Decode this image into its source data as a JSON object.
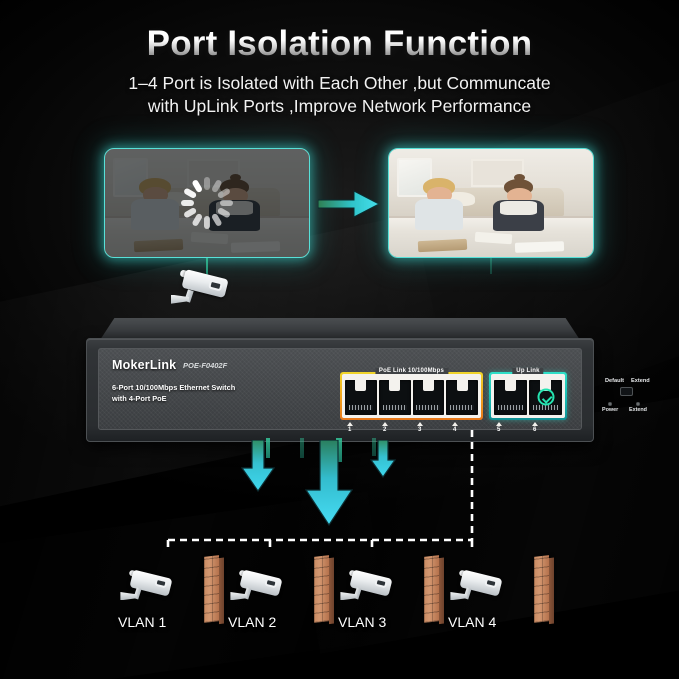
{
  "header": {
    "title": "Port Isolation Function",
    "subtitle_line1": "1–4 Port is Isolated with Each Other ,but Communcate",
    "subtitle_line2": "with UpLink Ports ,Improve Network Performance"
  },
  "comparison": {
    "before": {
      "name": "buffering-video-panel",
      "state": "loading",
      "icon": "loading-spinner-icon"
    },
    "arrow": {
      "name": "transition-arrow",
      "direction": "right",
      "color": "#3fd8e8"
    },
    "after": {
      "name": "smooth-video-panel",
      "state": "clear"
    }
  },
  "device": {
    "brand": "MokerLink",
    "model": "POE-F0402F",
    "description_line1": "6-Port 10/100Mbps Ethernet Switch",
    "description_line2": "with 4-Port PoE",
    "poe_group_label": "PoE Link 10/100Mbps",
    "uplink_group_label": "Up Link",
    "poe_group_color": "#f0a81e",
    "uplink_group_color": "#1fc9bd",
    "poe_ports": [
      {
        "number": "1"
      },
      {
        "number": "2"
      },
      {
        "number": "3"
      },
      {
        "number": "4"
      }
    ],
    "uplink_ports": [
      {
        "number": "5",
        "checked": false
      },
      {
        "number": "6",
        "checked": true
      }
    ],
    "controls": {
      "dip_default_label": "Default",
      "dip_extend_label": "Extend"
    },
    "leds": [
      {
        "label": "Power"
      },
      {
        "label": "Extend"
      }
    ]
  },
  "vlans": [
    {
      "label": "VLAN 1",
      "icon": "security-camera-icon"
    },
    {
      "label": "VLAN 2",
      "icon": "security-camera-icon"
    },
    {
      "label": "VLAN 3",
      "icon": "security-camera-icon"
    },
    {
      "label": "VLAN 4",
      "icon": "security-camera-icon"
    }
  ],
  "colors": {
    "background": "#000000",
    "accent_cyan": "#3fd8e8",
    "accent_teal": "#58e0d8",
    "poe_orange": "#e8771a",
    "brick": "#c98a62"
  }
}
